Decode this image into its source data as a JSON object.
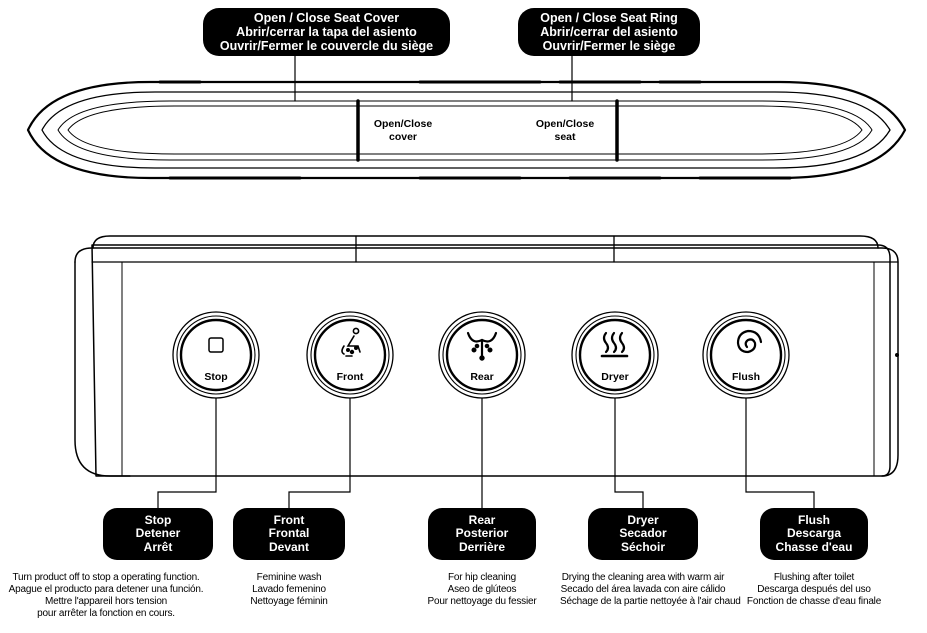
{
  "top_callouts": [
    {
      "lines": [
        "Open / Close Seat Cover",
        "Abrir/cerrar la tapa del asiento",
        "Ouvrir/Fermer le couvercle du siège"
      ]
    },
    {
      "lines": [
        "Open / Close Seat Ring",
        "Abrir/cerrar del asiento",
        "Ouvrir/Fermer le siège"
      ]
    }
  ],
  "top_panel": {
    "cover_label": [
      "Open/Close",
      "cover"
    ],
    "seat_label": [
      "Open/Close",
      "seat"
    ]
  },
  "buttons": [
    {
      "label": "Stop",
      "icon": "square-icon",
      "title": [
        "Stop",
        "Detener",
        "Arrêt"
      ],
      "desc": [
        "Turn product off to stop a operating function.",
        "Apague el producto para detener una función.",
        "Mettre l'appareil hors tension",
        "pour arrêter la fonction en cours."
      ]
    },
    {
      "label": "Front",
      "icon": "front-wash-icon",
      "title": [
        "Front",
        "Frontal",
        "Devant"
      ],
      "desc": [
        "Feminine wash",
        "Lavado femenino",
        "Nettoyage féminin"
      ]
    },
    {
      "label": "Rear",
      "icon": "rear-wash-icon",
      "title": [
        "Rear",
        "Posterior",
        "Derrière"
      ],
      "desc": [
        "For hip cleaning",
        "Aseo de glúteos",
        "Pour nettoyage du fessier"
      ]
    },
    {
      "label": "Dryer",
      "icon": "dryer-heat-icon",
      "title": [
        "Dryer",
        "Secador",
        "Séchoir"
      ],
      "desc": [
        "Drying the cleaning area with warm air",
        "Secado del área lavada con aire cálido",
        "Séchage de la partie nettoyée à l'air chaud"
      ]
    },
    {
      "label": "Flush",
      "icon": "flush-swirl-icon",
      "title": [
        "Flush",
        "Descarga",
        "Chasse d'eau"
      ],
      "desc": [
        "Flushing after toilet",
        "Descarga después del uso",
        "Fonction de chasse d'eau finale"
      ]
    }
  ],
  "colors": {
    "ink": "#000000",
    "background": "#ffffff"
  }
}
